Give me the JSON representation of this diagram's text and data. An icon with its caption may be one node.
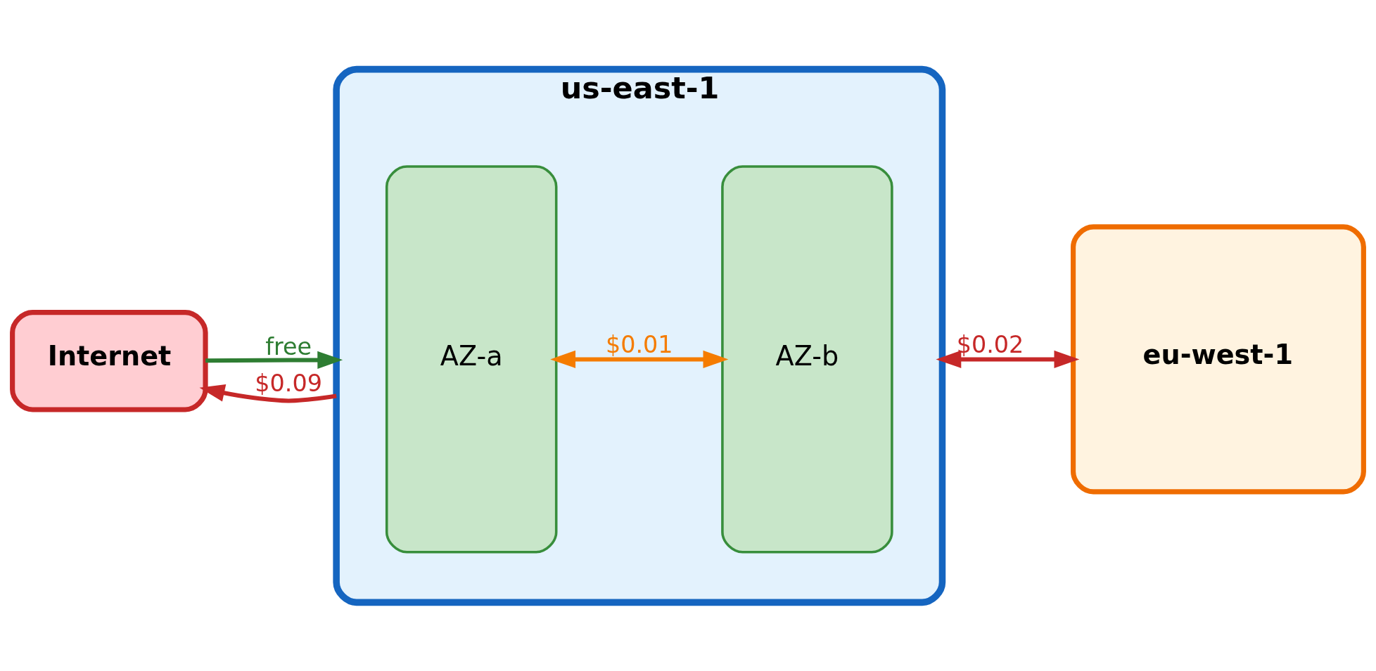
{
  "diagram": {
    "nodes": [
      {
        "text": [
          "Internet"
        ]
      },
      {
        "text": [
          "us-east-1"
        ]
      },
      {
        "text": [
          "AZ-a"
        ],
        "in": 1
      },
      {
        "text": [
          "AZ-b"
        ],
        "in": 1
      },
      {
        "text": [
          "eu-west-1"
        ]
      }
    ],
    "edges": [
      {
        "from": 0,
        "to": 1,
        "arrow": "to",
        "label": "free",
        "color": "#2e7d32"
      },
      {
        "from": 1,
        "to": 0,
        "arrow": "to",
        "label": "$0.09",
        "color": "#c62828"
      },
      {
        "from": 2,
        "to": 3,
        "arrow": "both",
        "label": "$0.01",
        "color": "#f57c00"
      },
      {
        "from": 1,
        "to": 4,
        "arrow": "both",
        "label": "$0.02",
        "color": "#c62828"
      }
    ]
  }
}
